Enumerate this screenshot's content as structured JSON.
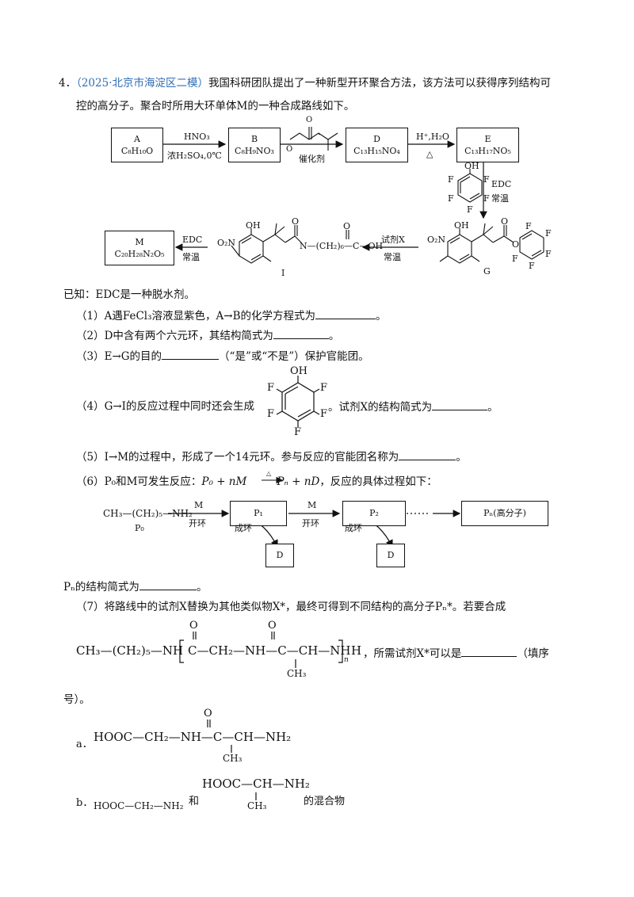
{
  "question": {
    "number": "4．",
    "source": "（2025·北京市海淀区二模）",
    "intro_line1": "我国科研团队提出了一种新型开环聚合方法，该方法可以获得序列结构可",
    "intro_line2": "控的高分子。聚合时所用大环单体M的一种合成路线如下。"
  },
  "scheme": {
    "A_name": "A",
    "A_formula": "C₈H₁₀O",
    "B_name": "B",
    "B_formula": "C₈H₉NO₃",
    "D_name": "D",
    "D_formula": "C₁₃H₁₅NO₄",
    "E_name": "E",
    "E_formula": "C₁₃H₁₇NO₅",
    "M_name": "M",
    "M_formula": "C₂₀H₂₈N₂O₅",
    "AB_top": "HNO₃",
    "AB_bottom": "浓H₂SO₄,0℃",
    "BD_bottom": "催化剂",
    "DE_top": "H⁺,H₂O",
    "DE_bottom": "△",
    "EG_top": "EDC",
    "EG_bottom": "常温",
    "GI_top": "试剂X",
    "GI_bottom": "常温",
    "IM_top": "EDC",
    "IM_bottom": "常温",
    "I_label": "I",
    "G_label": "G",
    "I_chain": "N—(CH₂)₆—C—OH"
  },
  "known": "已知：EDC是一种脱水剂。",
  "q1": {
    "pre": "（1）A遇FeCl₃溶液显紫色，A→B的化学方程式为",
    "post": "。"
  },
  "q2": {
    "pre": "（2）D中含有两个六元环，其结构简式为",
    "post": "。"
  },
  "q3": {
    "pre": "（3）E→G的目的",
    "post": "（“是”或“不是”）保护官能团。"
  },
  "q4": {
    "pre": "（4）G→I的反应过程中同时还会生成",
    "mid": "。试剂X的结构简式为",
    "post": "。"
  },
  "q5": {
    "pre": "（5）I→M的过程中，形成了一个14元环。参与反应的官能团名称为",
    "post": "。"
  },
  "q6": {
    "pre": "（6）P₀和M可发生反应：",
    "eq_left": "P₀ + nM",
    "eq_arrow": "△",
    "eq_right": "Pₙ + nD",
    "post": "，反应的具体过程如下：",
    "p0_formula": "CH₃—(CH₂)₅—NH₂",
    "p0_label": "P₀",
    "M1": "M",
    "open1": "开环",
    "P1": "P₁",
    "M2": "M",
    "open2": "开环",
    "P2": "P₂",
    "dots": "……",
    "Pn": "Pₙ(高分子)",
    "ring1": "成环",
    "ring2": "成环",
    "D1": "D",
    "D2": "D",
    "answer_pre": "Pₙ的结构简式为",
    "answer_post": "。"
  },
  "q7": {
    "line1": "（7）将路线中的试剂X替换为其他类似物X*，最终可得到不同结构的高分子Pₙ*。若要合成",
    "poly_left": "CH₃—(CH₂)₅—NH",
    "poly_inner": "C—CH₂—NH—C—CH—NH",
    "poly_tail": "H",
    "poly_n": "n",
    "o_sym": "O",
    "ch3": "CH₃",
    "after": "，所需试剂X*可以是",
    "tail": "（填序",
    "line3": "号）。",
    "a_label": "a．",
    "a_formula": "HOOC—CH₂—NH—C—CH—NH₂",
    "b_label": "b．",
    "b_formula1": "HOOC—CH₂—NH₂",
    "b_and": "和",
    "b_formula2": "HOOC—CH—NH₂",
    "b_suffix": "的混合物"
  },
  "atoms": {
    "F": "F",
    "OH": "OH",
    "O": "O",
    "O2N": "O₂N",
    "O2N_I": "O₂N",
    "CH3": "CH₃"
  }
}
